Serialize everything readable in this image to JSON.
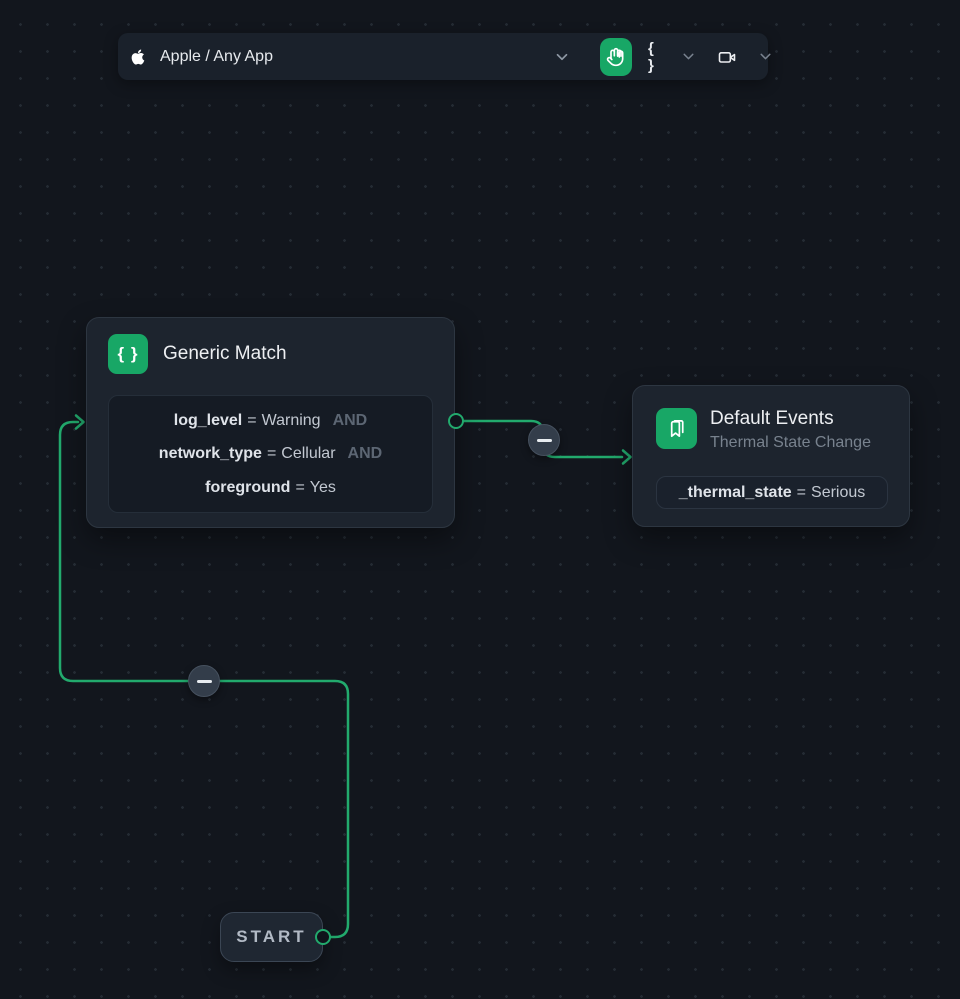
{
  "colors": {
    "accent_green": "#18a766",
    "wire_green": "#22aa6d",
    "canvas_bg": "#12161d",
    "node_bg": "#1d242e"
  },
  "toolbar": {
    "app_selector": {
      "icon": "apple-icon",
      "label": "Apple / Any App",
      "chevron_icon": "chevron-down-icon"
    },
    "pan_button": {
      "icon": "hand-icon"
    },
    "braces_button": {
      "label": "{ }",
      "chevron_icon": "chevron-down-icon"
    },
    "record_button": {
      "icon": "video-camera-icon",
      "chevron_icon": "chevron-down-icon"
    }
  },
  "nodes": {
    "generic_match": {
      "icon": "braces-icon",
      "icon_label": "{ }",
      "title": "Generic Match",
      "conditions": [
        {
          "key": "log_level",
          "op": "=",
          "value": "Warning",
          "conjunction": "AND"
        },
        {
          "key": "network_type",
          "op": "=",
          "value": "Cellular",
          "conjunction": "AND"
        },
        {
          "key": "foreground",
          "op": "=",
          "value": "Yes",
          "conjunction": ""
        }
      ]
    },
    "default_events": {
      "icon": "bookmark-icon",
      "title": "Default Events",
      "subtitle": "Thermal State Change",
      "condition": {
        "key": "_thermal_state",
        "op": "=",
        "value": "Serious"
      }
    },
    "start": {
      "label": "START"
    }
  },
  "connectors": [
    {
      "from": "start",
      "to": "generic_match",
      "badge": "minus-icon"
    },
    {
      "from": "generic_match",
      "to": "default_events",
      "badge": "minus-icon"
    }
  ]
}
